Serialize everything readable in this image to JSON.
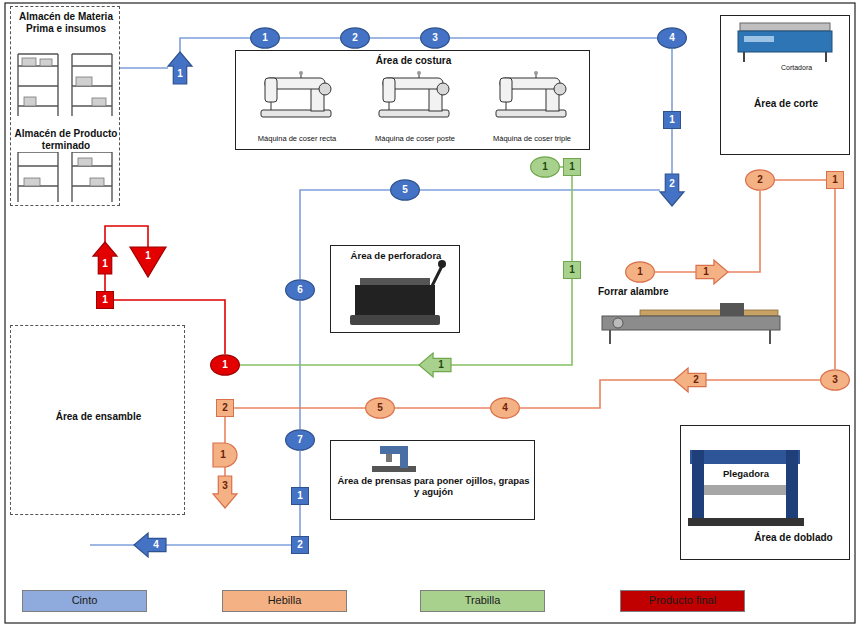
{
  "diagram": {
    "nodes": [
      {
        "text": [
          "Almacén de Materia Prima e insumos",
          "Almacén de Producto terminado"
        ]
      },
      {
        "text": [
          "Área de costura",
          "Máquina de coser recta",
          "Máquina de coser poste",
          "Máquina de coser triple"
        ]
      },
      {
        "text": [
          "Cortadora",
          "Área de corte"
        ]
      },
      {
        "text": [
          "Área de perforadora"
        ]
      },
      {
        "text": [
          "Plegadora",
          "Área de doblado"
        ]
      },
      {
        "text": [
          "Área de prensas para poner ojillos, grapas y agujón"
        ]
      },
      {
        "text": [
          "Área de ensamble"
        ]
      },
      {
        "text": [
          "1"
        ]
      },
      {
        "text": [
          "1"
        ]
      },
      {
        "text": [
          "2"
        ]
      },
      {
        "text": [
          "3"
        ]
      },
      {
        "text": [
          "4"
        ]
      },
      {
        "text": [
          "1"
        ]
      },
      {
        "text": [
          "2"
        ]
      },
      {
        "text": [
          "5"
        ]
      },
      {
        "text": [
          "6"
        ]
      },
      {
        "text": [
          "7"
        ]
      },
      {
        "text": [
          "1"
        ]
      },
      {
        "text": [
          "2"
        ]
      },
      {
        "text": [
          "4"
        ]
      },
      {
        "text": [
          "1"
        ]
      },
      {
        "text": [
          "1"
        ]
      },
      {
        "text": [
          "1"
        ]
      },
      {
        "text": [
          "1"
        ]
      },
      {
        "text": [
          "1"
        ]
      },
      {
        "text": [
          "1"
        ]
      },
      {
        "text": [
          "2"
        ]
      },
      {
        "text": [
          "1"
        ]
      },
      {
        "text": [
          "3"
        ]
      },
      {
        "text": [
          "2"
        ]
      },
      {
        "text": [
          "4"
        ]
      },
      {
        "text": [
          "5"
        ]
      },
      {
        "text": [
          "2"
        ]
      },
      {
        "text": [
          "1"
        ]
      },
      {
        "text": [
          "3"
        ]
      },
      {
        "text": [
          "1"
        ]
      },
      {
        "text": [
          "1"
        ]
      },
      {
        "text": [
          "1"
        ]
      },
      {
        "text": [
          "1"
        ]
      }
    ],
    "edges": [
      {
        "from": 0,
        "to": 7,
        "arrow": "none"
      },
      {
        "from": 7,
        "to": 8,
        "arrow": "none"
      },
      {
        "from": 8,
        "to": 9,
        "arrow": "none"
      },
      {
        "from": 9,
        "to": 10,
        "arrow": "none"
      },
      {
        "from": 10,
        "to": 11,
        "arrow": "none"
      },
      {
        "from": 11,
        "to": 12,
        "arrow": "none"
      },
      {
        "from": 12,
        "to": 13,
        "arrow": "none"
      },
      {
        "from": 13,
        "to": 14,
        "arrow": "none"
      },
      {
        "from": 14,
        "to": 15,
        "arrow": "none"
      },
      {
        "from": 15,
        "to": 16,
        "arrow": "none"
      },
      {
        "from": 16,
        "to": 17,
        "arrow": "none"
      },
      {
        "from": 17,
        "to": 18,
        "arrow": "none"
      },
      {
        "from": 18,
        "to": 19,
        "arrow": "none"
      },
      {
        "from": 20,
        "to": 21,
        "arrow": "none"
      },
      {
        "from": 21,
        "to": 22,
        "arrow": "none"
      },
      {
        "from": 22,
        "to": 23,
        "arrow": "none"
      },
      {
        "from": 23,
        "to": 35,
        "arrow": "none"
      },
      {
        "from": 24,
        "to": 25,
        "arrow": "none"
      },
      {
        "from": 25,
        "to": 26,
        "arrow": "none"
      },
      {
        "from": 26,
        "to": 27,
        "arrow": "none"
      },
      {
        "from": 27,
        "to": 28,
        "arrow": "none"
      },
      {
        "from": 28,
        "to": 29,
        "arrow": "none"
      },
      {
        "from": 29,
        "to": 30,
        "arrow": "none"
      },
      {
        "from": 30,
        "to": 31,
        "arrow": "none"
      },
      {
        "from": 31,
        "to": 32,
        "arrow": "none"
      },
      {
        "from": 32,
        "to": 33,
        "arrow": "none"
      },
      {
        "from": 33,
        "to": 34,
        "arrow": "none"
      },
      {
        "from": 35,
        "to": 36,
        "arrow": "none"
      },
      {
        "from": 36,
        "to": 37,
        "arrow": "none"
      },
      {
        "from": 37,
        "to": 38,
        "arrow": "none"
      }
    ],
    "labels": [
      "Forrar alambre"
    ],
    "legend": [
      {
        "text": "Cinto",
        "color": "#8faadc"
      },
      {
        "text": "Hebilla",
        "color": "#f4b183"
      },
      {
        "text": "Trabilla",
        "color": "#a9d18e"
      },
      {
        "text": "Producto final",
        "color": "#c00000"
      }
    ]
  }
}
